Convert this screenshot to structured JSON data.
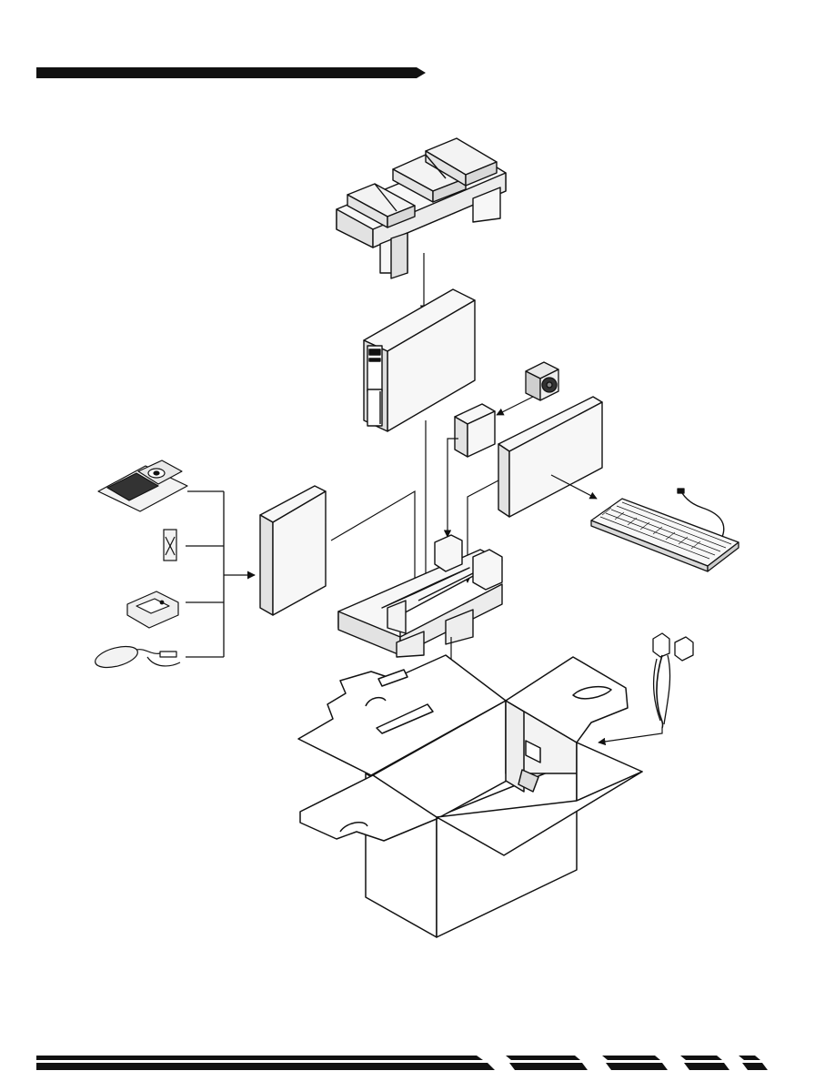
{
  "page": {
    "background": "#ffffff",
    "ink": "#111111",
    "foam": "#f7f7f7",
    "shade": "#d8d8d8"
  },
  "header_bar": {
    "icon": "black-slanted-bar"
  },
  "footer_bar": {
    "icon": "black-striped-bar"
  },
  "diagram": {
    "type": "exploded packing diagram",
    "components": [
      "top-foam-cushion",
      "computer-tower",
      "speaker",
      "speaker-box",
      "keyboard-box",
      "keyboard",
      "accessories-box",
      "documentation-cd-kit",
      "small-parts-bag",
      "tower-stand",
      "mouse",
      "bottom-foam-cushion",
      "power-cord",
      "shipping-carton"
    ]
  }
}
